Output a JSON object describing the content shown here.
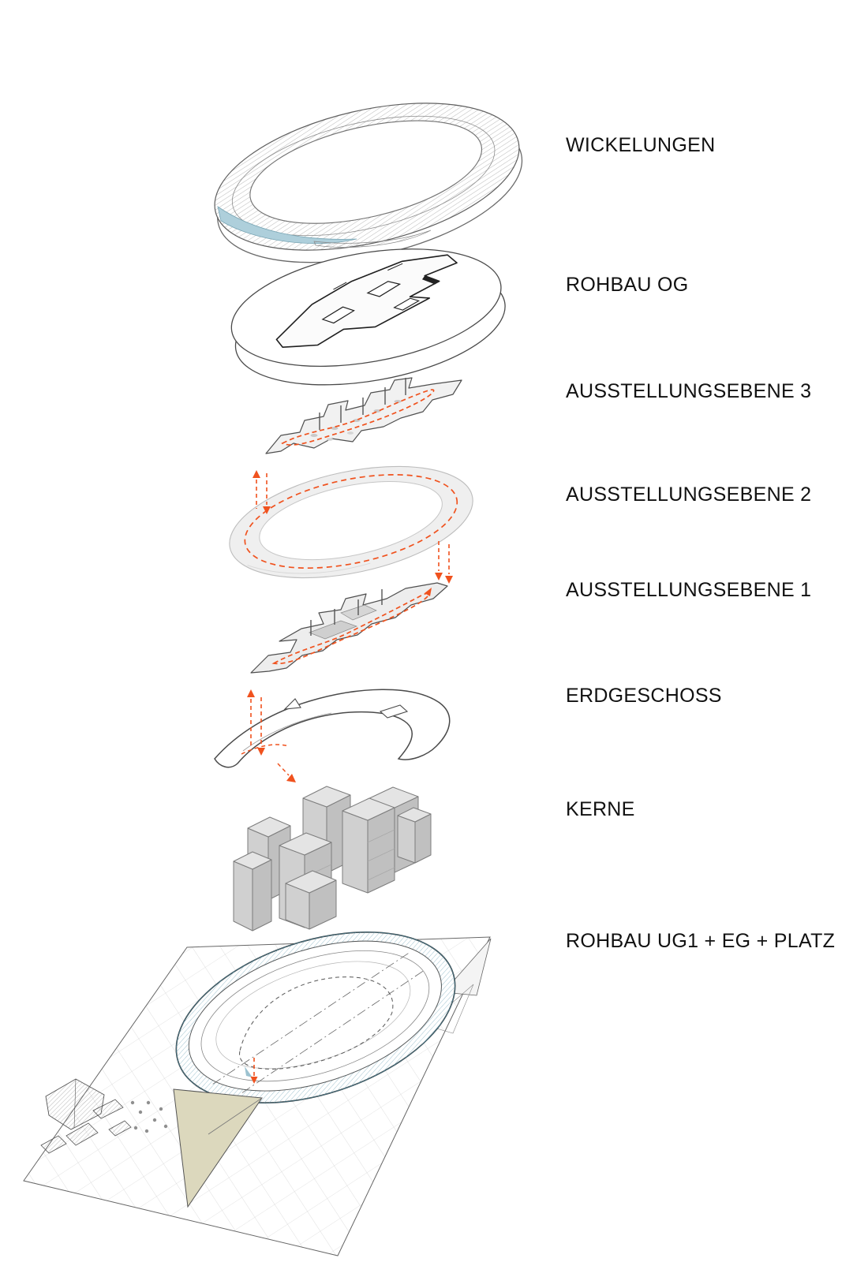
{
  "page": {
    "background": "#ffffff"
  },
  "colors": {
    "accent_orange": "#f0521e",
    "line_dark": "#3a3a3a",
    "facade_blue": "#9cc2d0",
    "hatch_blue": "#86b4c4",
    "wedge_beige": "#dcd8bd",
    "core_gray": "#cfcfcf"
  },
  "diagram": {
    "name": "exploded-axonometric-building-diagram",
    "layers": [
      {
        "id": "wickelungen",
        "label": "WICKELUNGEN"
      },
      {
        "id": "rohbau-og",
        "label": "ROHBAU OG"
      },
      {
        "id": "ausstellungsebene-3",
        "label": "AUSSTELLUNGSEBENE 3"
      },
      {
        "id": "ausstellungsebene-2",
        "label": "AUSSTELLUNGSEBENE 2"
      },
      {
        "id": "ausstellungsebene-1",
        "label": "AUSSTELLUNGSEBENE 1"
      },
      {
        "id": "erdgeschoss",
        "label": "ERDGESCHOSS"
      },
      {
        "id": "kerne",
        "label": "KERNE"
      },
      {
        "id": "rohbau-ug1-eg-platz",
        "label": "ROHBAU UG1 + EG + PLATZ"
      }
    ]
  }
}
